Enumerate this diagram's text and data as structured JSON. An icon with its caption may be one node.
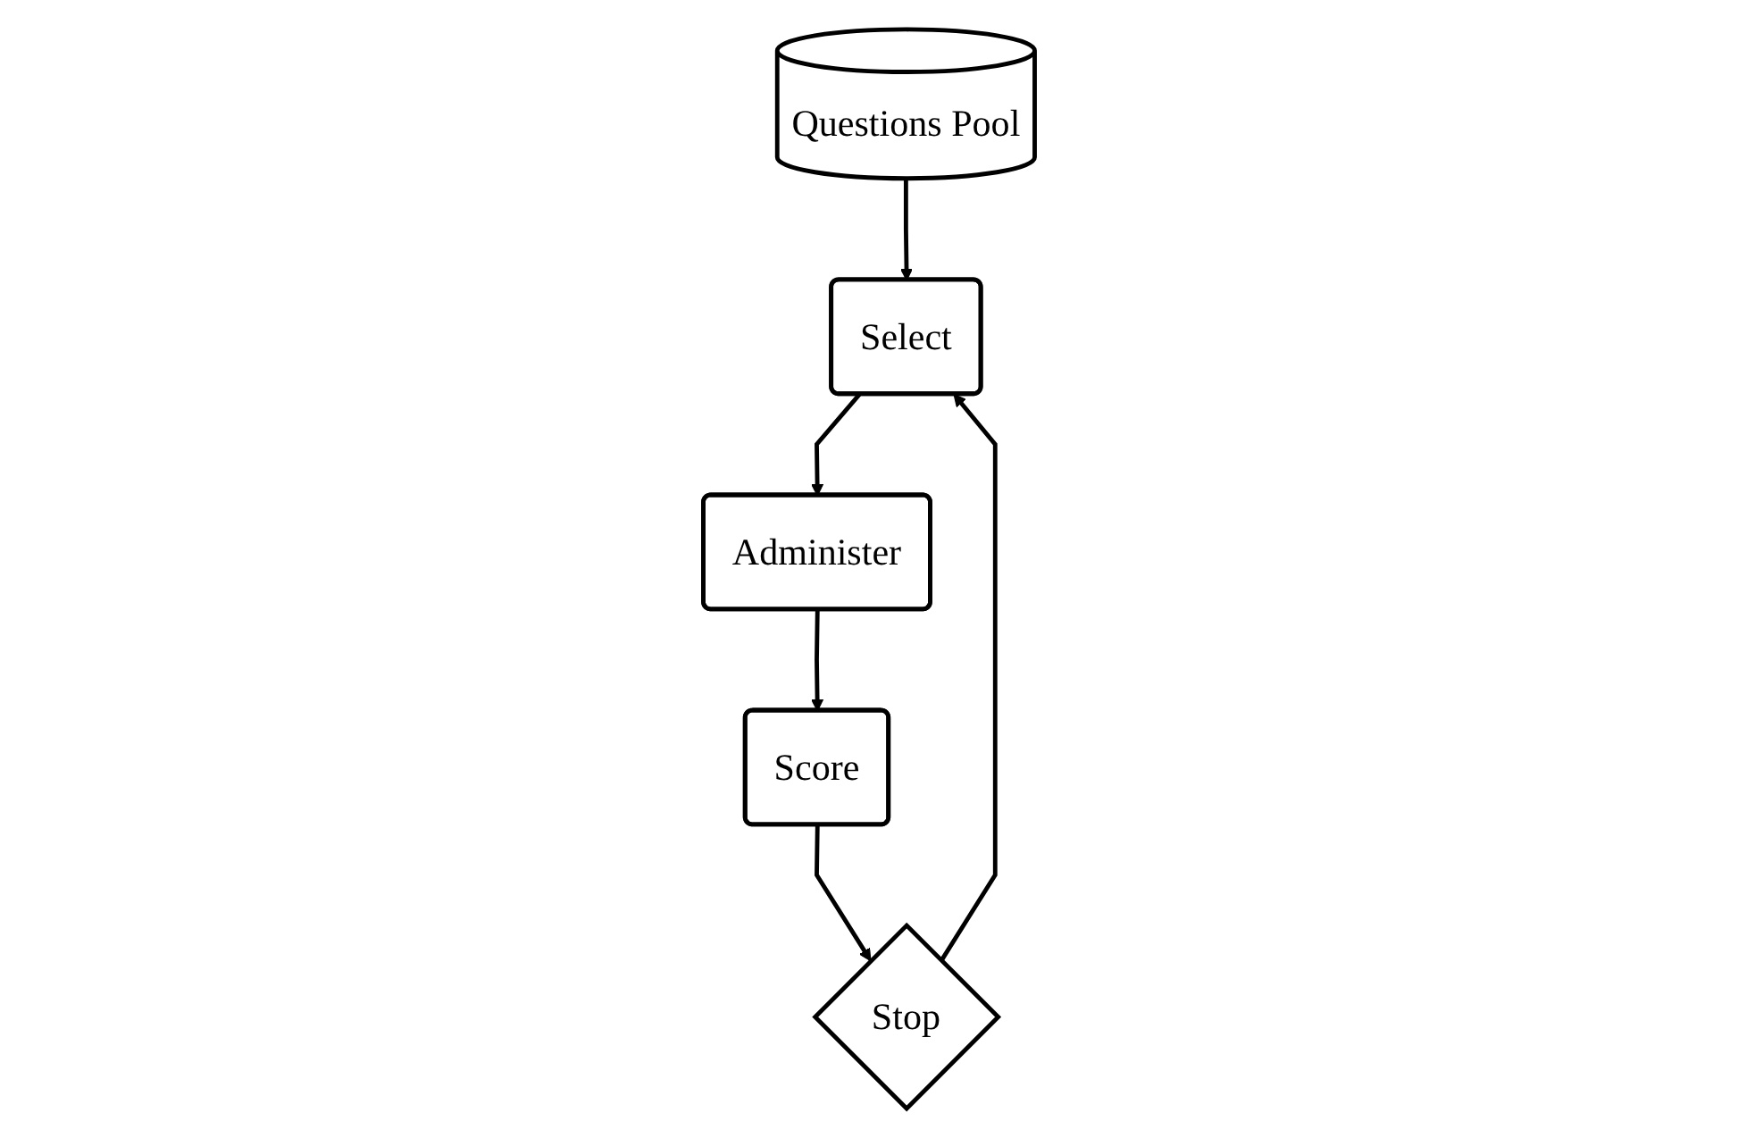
{
  "diagram": {
    "nodes": [
      {
        "text": [
          "Select"
        ]
      },
      {
        "text": [
          "Stop"
        ]
      },
      {
        "text": [
          "Questions Pool"
        ]
      },
      {
        "text": [
          "Administer"
        ]
      },
      {
        "text": [
          "Score"
        ]
      }
    ],
    "edges": [
      {
        "from": 1,
        "to": 0,
        "arrow": "to"
      },
      {
        "from": 2,
        "to": 0,
        "arrow": "to"
      },
      {
        "from": 0,
        "to": 3,
        "arrow": "to"
      },
      {
        "from": 3,
        "to": 4,
        "arrow": "to"
      },
      {
        "from": 4,
        "to": 1,
        "arrow": "to"
      }
    ]
  }
}
